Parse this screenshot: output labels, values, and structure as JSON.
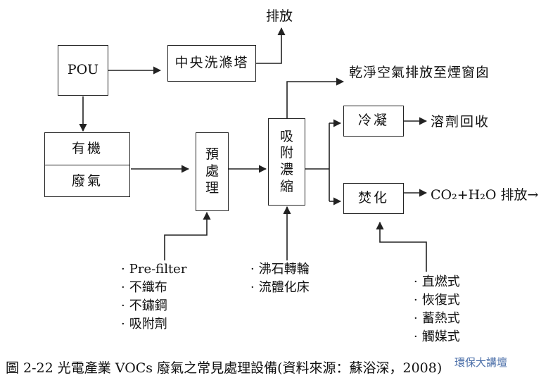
{
  "nodes": {
    "pou": "POU",
    "central_scrubber": "中央洗滌塔",
    "exhaust_top": "排放",
    "organic_line1": "有機",
    "organic_line2": "廢氣",
    "pretreat": [
      "預",
      "處",
      "理"
    ],
    "adsorb": [
      "吸",
      "附",
      "濃",
      "縮"
    ],
    "clean_air": "乾淨空氣排放至煙窗囱",
    "condense": "冷凝",
    "solvent_recovery": "溶劑回收",
    "incinerate": "焚化",
    "co2_exhaust": "CO₂+H₂O 排放→"
  },
  "lists": {
    "prefilter": [
      "Pre-filter",
      "不織布",
      "不鏽鋼",
      "吸附劑"
    ],
    "adsorb_types": [
      "沸石轉輪",
      "流體化床"
    ],
    "incin_types": [
      "直燃式",
      "恢復式",
      "蓄熱式",
      "觸媒式"
    ]
  },
  "caption": "圖 2-22  光電產業 VOCs 廢氣之常見處理設備(資料來源：蘇浴深，2008)",
  "watermark": "環保大講壇"
}
